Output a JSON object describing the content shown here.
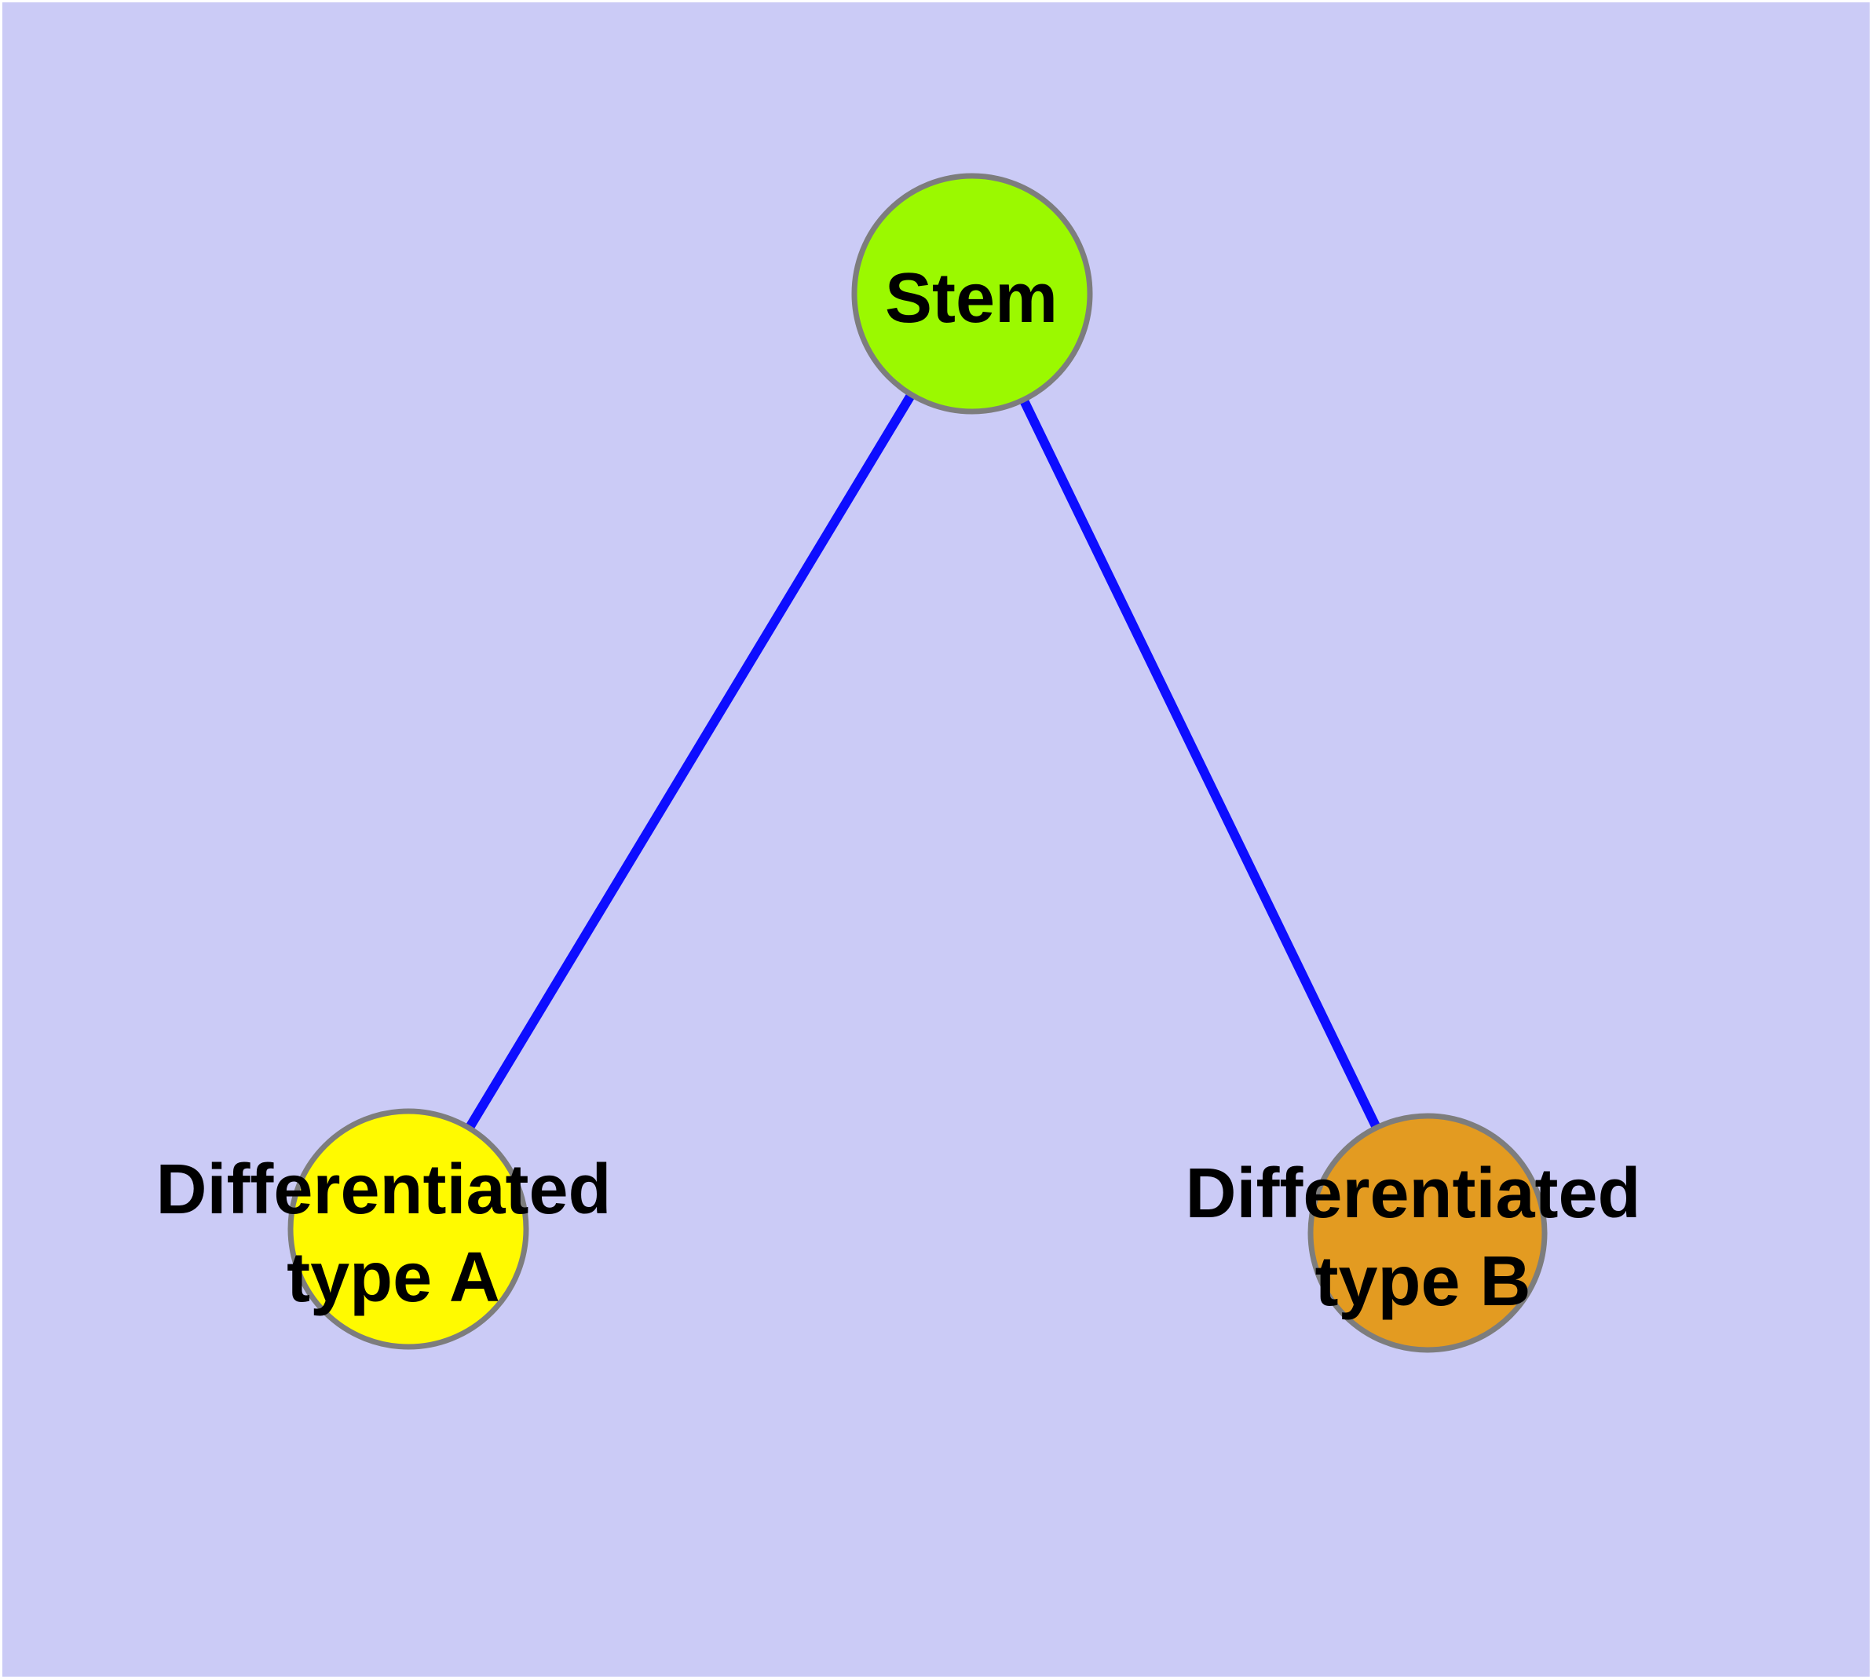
{
  "diagram": {
    "type": "graph",
    "description_colors": {
      "background": "#cbcbf6",
      "frame": "#ffffff",
      "edge": "#0d0dff",
      "node_border": "#7d7d7d",
      "label": "#000000"
    },
    "nodes": [
      {
        "id": "stem",
        "label_lines": [
          "Stem"
        ],
        "color": "#9bf900"
      },
      {
        "id": "type-a",
        "label_lines": [
          "Differentiated",
          "type A"
        ],
        "color": "#fffa00"
      },
      {
        "id": "type-b",
        "label_lines": [
          "Differentiated",
          "type B"
        ],
        "color": "#e39b21"
      }
    ],
    "edges": [
      {
        "from": "stem",
        "to": "type-a"
      },
      {
        "from": "stem",
        "to": "type-b"
      }
    ]
  }
}
